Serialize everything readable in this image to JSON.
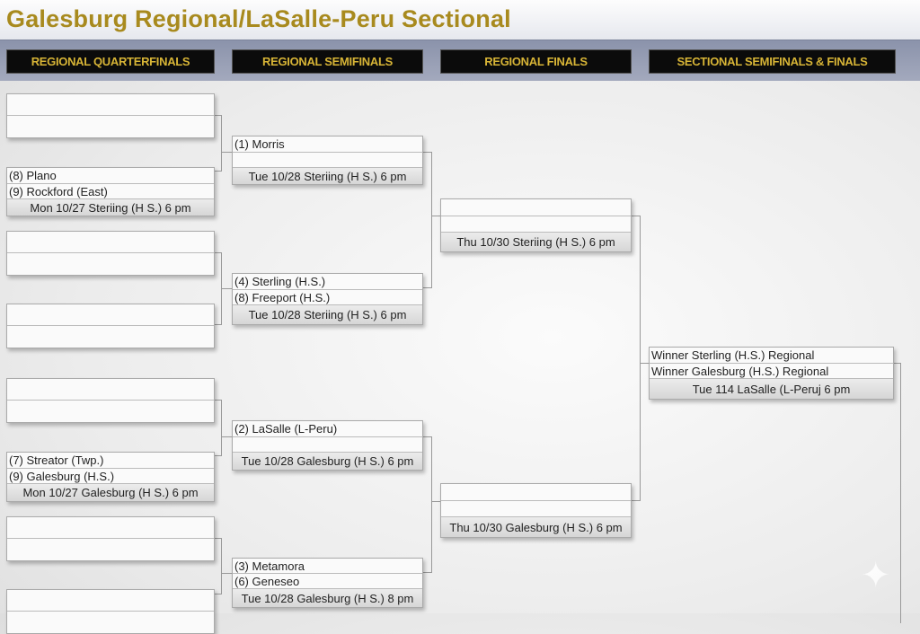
{
  "title": "Galesburg Regional/LaSalle-Peru Sectional",
  "tabs": [
    "REGIONAL QUARTERFINALS",
    "REGIONAL SEMIFINALS",
    "REGIONAL FINALS",
    "SECTIONAL SEMIFINALS & FINALS"
  ],
  "quarterfinals": [
    {
      "team1": "",
      "team2": ""
    },
    {
      "team1": "(8) Plano",
      "team2": "(9) Rockford (East)",
      "date": "Mon 10/27 Steriing (H S.) 6 pm"
    },
    {
      "team1": "",
      "team2": ""
    },
    {
      "team1": "",
      "team2": ""
    },
    {
      "team1": "",
      "team2": ""
    },
    {
      "team1": "(7) Streator (Twp.)",
      "team2": "(9) Galesburg (H.S.)",
      "date": "Mon 10/27 Galesburg (H S.) 6 pm"
    },
    {
      "team1": "",
      "team2": ""
    },
    {
      "team1": "",
      "team2": ""
    }
  ],
  "semifinals": [
    {
      "team1": "(1) Morris",
      "team2": "",
      "date": "Tue 10/28 Steriing (H S.) 6 pm"
    },
    {
      "team1": "(4) Sterling (H.S.)",
      "team2": "(8) Freeport (H.S.)",
      "date": "Tue 10/28 Steriing (H S.) 6 pm"
    },
    {
      "team1": "(2) LaSalle (L-Peru)",
      "team2": "",
      "date": "Tue 10/28 Galesburg (H S.) 6 pm"
    },
    {
      "team1": "(3) Metamora",
      "team2": "(6) Geneseo",
      "date": "Tue 10/28 Galesburg (H S.) 8 pm"
    }
  ],
  "finals": [
    {
      "team1": "",
      "team2": "",
      "date": "Thu 10/30 Steriing (H S.) 6 pm"
    },
    {
      "team1": "",
      "team2": "",
      "date": "Thu 10/30 Galesburg (H S.) 6 pm"
    }
  ],
  "sectional": {
    "team1": "Winner Sterling (H.S.) Regional",
    "team2": "Winner Galesburg (H.S.) Regional",
    "date": "Tue 114 LaSalle (L-Peruj 6 pm"
  }
}
